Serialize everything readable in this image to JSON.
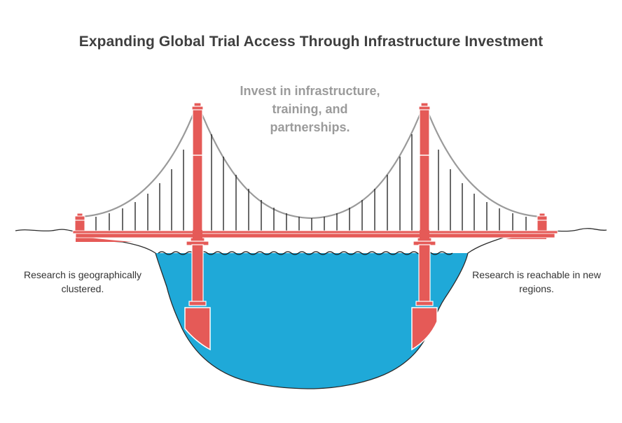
{
  "title": "Expanding Global Trial Access Through Infrastructure Investment",
  "center_text": "Invest in infrastructure, training, and partnerships.",
  "left_text": "Research is geographically clustered.",
  "right_text": "Research is reachable in new regions.",
  "colors": {
    "tower": "#e55a57",
    "tower_outline": "#ffffff",
    "water": "#1fa9d8",
    "cable": "#9a9a9a",
    "hanger": "#1a1a1a",
    "ground": "#2a2a2a",
    "title": "#3f3f3f",
    "center_label": "#9b9b9b"
  }
}
